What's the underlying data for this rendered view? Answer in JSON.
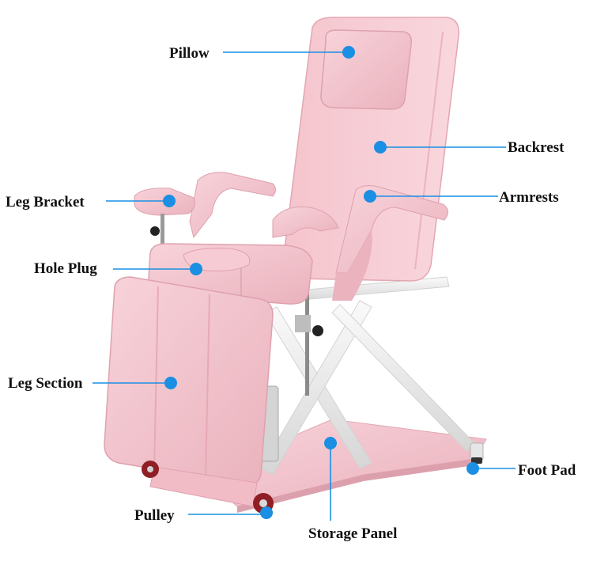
{
  "labels": {
    "pillow": "Pillow",
    "backrest": "Backrest",
    "leg_bracket": "Leg Bracket",
    "armrests": "Armrests",
    "hole_plug": "Hole Plug",
    "leg_section": "Leg Section",
    "foot_pad": "Foot Pad",
    "pulley": "Pulley",
    "storage_panel": "Storage Panel"
  },
  "colors": {
    "pointer": "#1a8fe3",
    "upholstery": "#f4c6cf",
    "upholstery_shade": "#e9afbb",
    "frame": "#ededed"
  }
}
